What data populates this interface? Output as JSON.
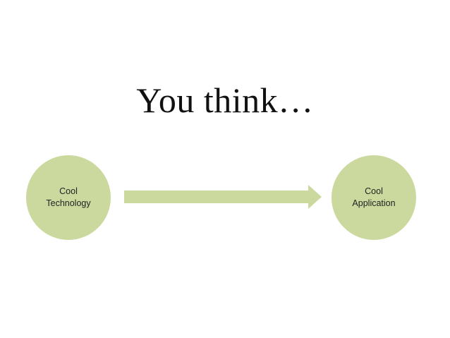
{
  "slide": {
    "title": "You think…"
  },
  "diagram": {
    "nodes": [
      {
        "id": "source",
        "lines": [
          "Cool",
          "Technology"
        ]
      },
      {
        "id": "target",
        "lines": [
          "Cool",
          "Application"
        ]
      }
    ],
    "edge": {
      "from": "source",
      "to": "target"
    }
  },
  "colors": {
    "node_fill": "#cbd99e",
    "arrow_fill": "#cbd99e",
    "title_text": "#111111",
    "label_text": "#222222",
    "background": "#ffffff"
  }
}
